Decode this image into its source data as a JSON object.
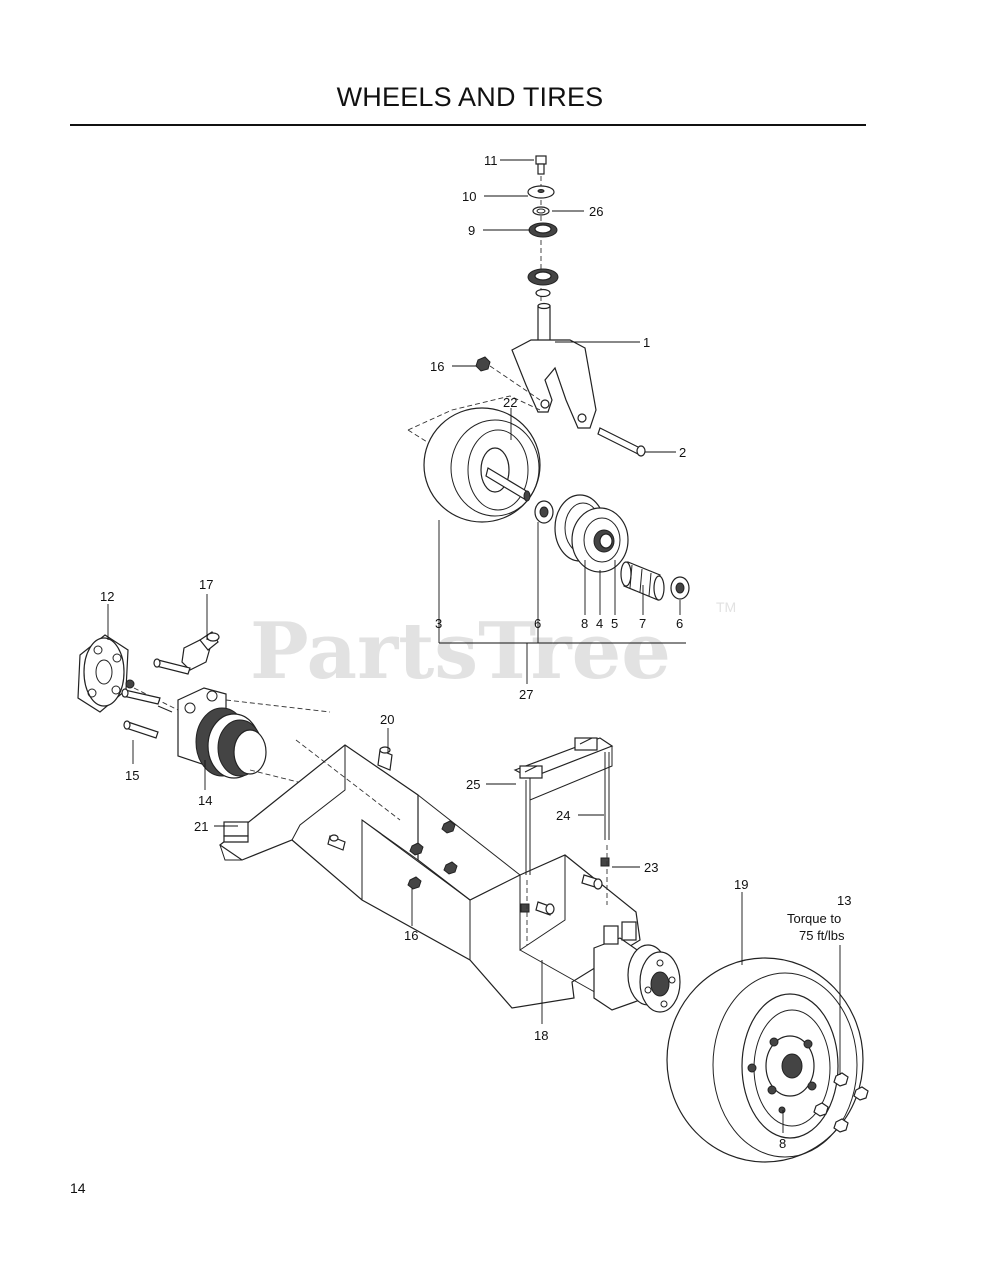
{
  "page": {
    "title": "WHEELS AND TIRES",
    "page_number": "14"
  },
  "watermark": {
    "text": "PartsTree",
    "trademark": "TM"
  },
  "callouts": {
    "c11": "11",
    "c10": "10",
    "c26": "26",
    "c9": "9",
    "c1": "1",
    "c16a": "16",
    "c22": "22",
    "c2": "2",
    "c3": "3",
    "c6a": "6",
    "c8a": "8",
    "c4": "4",
    "c5": "5",
    "c7": "7",
    "c6b": "6",
    "c27": "27",
    "c12": "12",
    "c17": "17",
    "c15": "15",
    "c14": "14",
    "c20": "20",
    "c21": "21",
    "c25": "25",
    "c24": "24",
    "c23": "23",
    "c16b": "16",
    "c18": "18",
    "c19": "19",
    "c13": "13",
    "c8b": "8"
  },
  "note": {
    "line1": "Torque to",
    "line2": "75 ft/lbs"
  }
}
